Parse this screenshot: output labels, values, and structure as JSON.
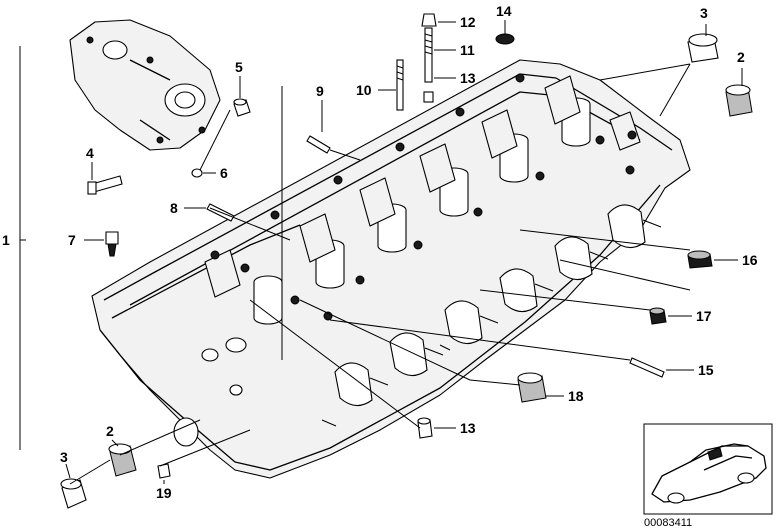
{
  "callouts": {
    "c1": "1",
    "c2a": "2",
    "c2b": "2",
    "c3a": "3",
    "c3b": "3",
    "c4": "4",
    "c5": "5",
    "c6": "6",
    "c7": "7",
    "c8": "8",
    "c9": "9",
    "c10": "10",
    "c11": "11",
    "c12": "12",
    "c13a": "13",
    "c13b": "13",
    "c14": "14",
    "c15": "15",
    "c16": "16",
    "c17": "17",
    "c18": "18",
    "c19": "19"
  },
  "footer": {
    "diagram_code": "00083411"
  }
}
